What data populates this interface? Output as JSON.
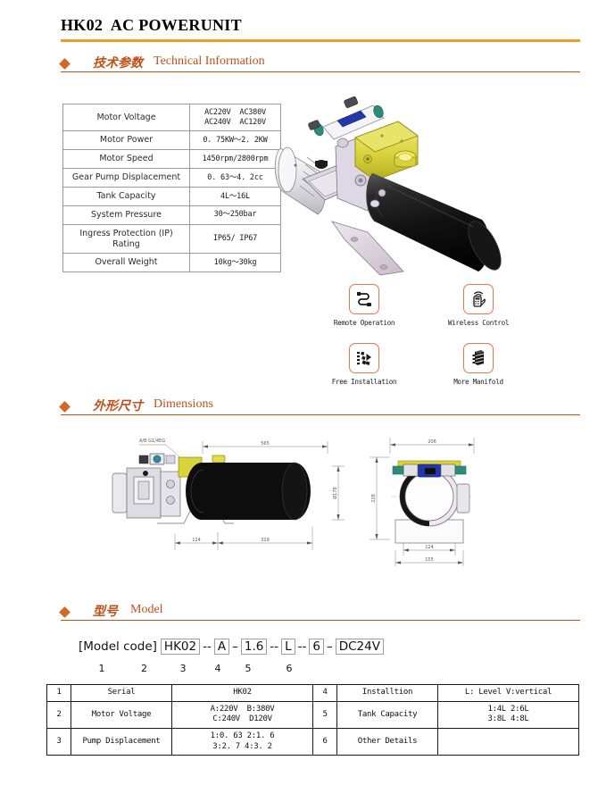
{
  "page": {
    "title": "HK02  AC POWERUNIT",
    "rule_color": "#ef9c20",
    "accent_color": "#c0501a"
  },
  "sections": {
    "technical": {
      "cn": "技术参数",
      "en": "Technical Information"
    },
    "dimensions": {
      "cn": "外形尺寸",
      "en": "Dimensions"
    },
    "model": {
      "cn": "型号",
      "en": "Model"
    }
  },
  "spec_table": {
    "rows": [
      {
        "label": "Motor Voltage",
        "value_lines": [
          "AC220V  AC380V",
          "AC240V  AC120V"
        ]
      },
      {
        "label": "Motor Power",
        "value_lines": [
          "0. 75KW～2. 2KW"
        ]
      },
      {
        "label": "Motor Speed",
        "value_lines": [
          "1450rpm/2800rpm"
        ]
      },
      {
        "label": "Gear Pump Displacement",
        "value_lines": [
          "0. 63～4. 2cc"
        ]
      },
      {
        "label": "Tank Capacity",
        "value_lines": [
          "4L～16L"
        ]
      },
      {
        "label": "System Pressure",
        "value_lines": [
          "30～250bar"
        ]
      },
      {
        "label": "Ingress Protection (IP) Rating",
        "value_lines": [
          "IP65/ IP67"
        ]
      },
      {
        "label": "Overall Weight",
        "value_lines": [
          "10kg～30kg"
        ]
      }
    ]
  },
  "features": [
    {
      "label": "Remote Operation",
      "icon": "remote-cable-icon"
    },
    {
      "label": "Wireless Control",
      "icon": "wireless-remote-hand-icon"
    },
    {
      "label": "Free Installation",
      "icon": "free-installation-icon"
    },
    {
      "label": "More Manifold",
      "icon": "manifold-stack-icon"
    }
  ],
  "dimension_drawings": {
    "side_view": {
      "name": "side-view-drawing",
      "callout": "A/B  G1/4EG",
      "overall_length": "565",
      "tank_diameter": "Ø178",
      "base_front": "124",
      "base_rear": "319"
    },
    "end_view": {
      "name": "end-view-drawing",
      "width_top": "206",
      "height_left": "228",
      "base_inner": "124",
      "base_outer": "155"
    }
  },
  "model_code": {
    "prefix": "[Model code]",
    "segments": [
      {
        "value": "HK02",
        "index": "1",
        "sep_after": "--"
      },
      {
        "value": "A",
        "index": "2",
        "sep_after": "–"
      },
      {
        "value": "1.6",
        "index": "3",
        "sep_after": "--"
      },
      {
        "value": "L",
        "index": "4",
        "sep_after": "--"
      },
      {
        "value": "6",
        "index": "5",
        "sep_after": "–"
      },
      {
        "value": "DC24V",
        "index": "6",
        "sep_after": ""
      }
    ]
  },
  "legend_table": {
    "rows": [
      {
        "left_num": "1",
        "left_name": "Serial",
        "left_value_lines": [
          "HK02"
        ],
        "right_num": "4",
        "right_name": "Installtion",
        "right_value_lines": [
          "L: Level V:vertical"
        ]
      },
      {
        "left_num": "2",
        "left_name": "Motor Voltage",
        "left_value_lines": [
          "A:220V  B:380V",
          "C:240V  D120V"
        ],
        "right_num": "5",
        "right_name": "Tank Capacity",
        "right_value_lines": [
          "1:4L 2:6L",
          "3:8L 4:8L"
        ]
      },
      {
        "left_num": "3",
        "left_name": "Pump Displacement",
        "left_value_lines": [
          "1:0. 63 2:1. 6",
          "3:2. 7 4:3. 2"
        ],
        "right_num": "6",
        "right_name": "Other Details",
        "right_value_lines": [
          ""
        ]
      }
    ]
  }
}
